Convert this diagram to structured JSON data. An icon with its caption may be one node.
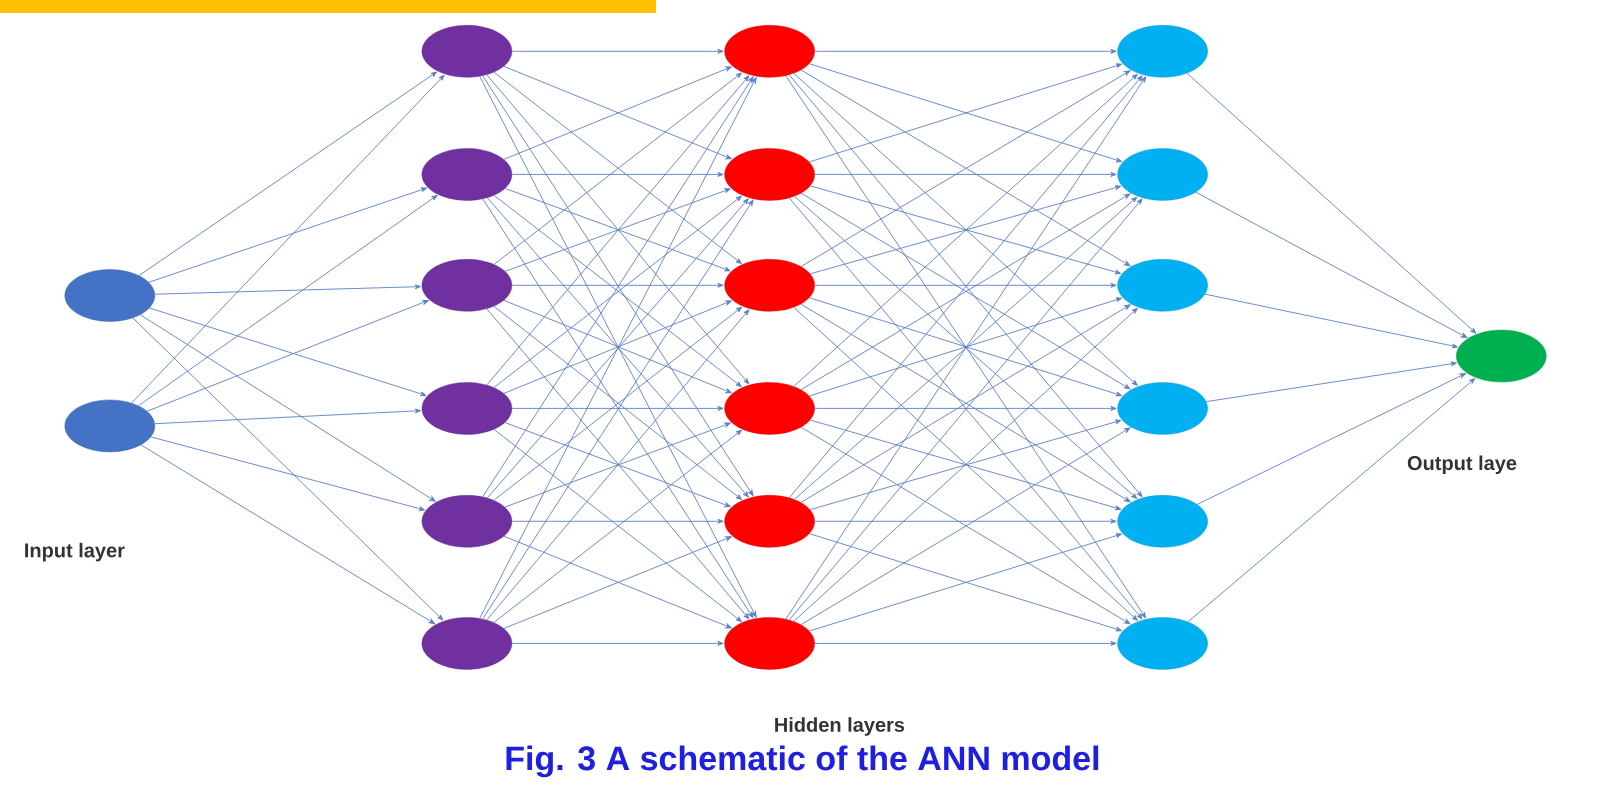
{
  "diagram": {
    "caption": "Fig. 3 A schematic of the ANN model",
    "nodes": [
      {
        "text": [],
        "shape": "circle"
      },
      {
        "text": [],
        "shape": "circle"
      },
      {
        "text": [],
        "shape": "circle"
      },
      {
        "text": [],
        "shape": "circle"
      },
      {
        "text": [],
        "shape": "circle"
      },
      {
        "text": [],
        "shape": "circle"
      },
      {
        "text": [],
        "shape": "circle"
      },
      {
        "text": [],
        "shape": "circle"
      },
      {
        "text": [],
        "shape": "circle"
      },
      {
        "text": [],
        "shape": "circle"
      },
      {
        "text": [],
        "shape": "circle"
      },
      {
        "text": [],
        "shape": "circle"
      },
      {
        "text": [],
        "shape": "circle"
      },
      {
        "text": [],
        "shape": "circle"
      },
      {
        "text": [],
        "shape": "circle"
      },
      {
        "text": [],
        "shape": "circle"
      },
      {
        "text": [],
        "shape": "circle"
      },
      {
        "text": [],
        "shape": "circle"
      },
      {
        "text": [],
        "shape": "circle"
      },
      {
        "text": [],
        "shape": "circle"
      },
      {
        "text": [],
        "shape": "circle"
      }
    ],
    "edges": [
      {
        "from": 0,
        "to": 2,
        "arrow": "to"
      },
      {
        "from": 0,
        "to": 3,
        "arrow": "to"
      },
      {
        "from": 0,
        "to": 4,
        "arrow": "to"
      },
      {
        "from": 0,
        "to": 5,
        "arrow": "to"
      },
      {
        "from": 0,
        "to": 6,
        "arrow": "to"
      },
      {
        "from": 0,
        "to": 7,
        "arrow": "to"
      },
      {
        "from": 1,
        "to": 2,
        "arrow": "to"
      },
      {
        "from": 1,
        "to": 3,
        "arrow": "to"
      },
      {
        "from": 1,
        "to": 4,
        "arrow": "to"
      },
      {
        "from": 1,
        "to": 5,
        "arrow": "to"
      },
      {
        "from": 1,
        "to": 6,
        "arrow": "to"
      },
      {
        "from": 1,
        "to": 7,
        "arrow": "to"
      },
      {
        "from": 2,
        "to": 8,
        "arrow": "to"
      },
      {
        "from": 2,
        "to": 9,
        "arrow": "to"
      },
      {
        "from": 2,
        "to": 10,
        "arrow": "to"
      },
      {
        "from": 2,
        "to": 11,
        "arrow": "to"
      },
      {
        "from": 2,
        "to": 12,
        "arrow": "to"
      },
      {
        "from": 2,
        "to": 13,
        "arrow": "to"
      },
      {
        "from": 3,
        "to": 8,
        "arrow": "to"
      },
      {
        "from": 3,
        "to": 9,
        "arrow": "to"
      },
      {
        "from": 3,
        "to": 10,
        "arrow": "to"
      },
      {
        "from": 3,
        "to": 11,
        "arrow": "to"
      },
      {
        "from": 3,
        "to": 12,
        "arrow": "to"
      },
      {
        "from": 3,
        "to": 13,
        "arrow": "to"
      },
      {
        "from": 4,
        "to": 8,
        "arrow": "to"
      },
      {
        "from": 4,
        "to": 9,
        "arrow": "to"
      },
      {
        "from": 4,
        "to": 10,
        "arrow": "to"
      },
      {
        "from": 4,
        "to": 11,
        "arrow": "to"
      },
      {
        "from": 4,
        "to": 12,
        "arrow": "to"
      },
      {
        "from": 4,
        "to": 13,
        "arrow": "to"
      },
      {
        "from": 5,
        "to": 8,
        "arrow": "to"
      },
      {
        "from": 5,
        "to": 9,
        "arrow": "to"
      },
      {
        "from": 5,
        "to": 10,
        "arrow": "to"
      },
      {
        "from": 5,
        "to": 11,
        "arrow": "to"
      },
      {
        "from": 5,
        "to": 12,
        "arrow": "to"
      },
      {
        "from": 5,
        "to": 13,
        "arrow": "to"
      },
      {
        "from": 6,
        "to": 8,
        "arrow": "to"
      },
      {
        "from": 6,
        "to": 9,
        "arrow": "to"
      },
      {
        "from": 6,
        "to": 10,
        "arrow": "to"
      },
      {
        "from": 6,
        "to": 11,
        "arrow": "to"
      },
      {
        "from": 6,
        "to": 12,
        "arrow": "to"
      },
      {
        "from": 6,
        "to": 13,
        "arrow": "to"
      },
      {
        "from": 7,
        "to": 8,
        "arrow": "to"
      },
      {
        "from": 7,
        "to": 9,
        "arrow": "to"
      },
      {
        "from": 7,
        "to": 10,
        "arrow": "to"
      },
      {
        "from": 7,
        "to": 11,
        "arrow": "to"
      },
      {
        "from": 7,
        "to": 12,
        "arrow": "to"
      },
      {
        "from": 7,
        "to": 13,
        "arrow": "to"
      },
      {
        "from": 8,
        "to": 14,
        "arrow": "to"
      },
      {
        "from": 8,
        "to": 15,
        "arrow": "to"
      },
      {
        "from": 8,
        "to": 16,
        "arrow": "to"
      },
      {
        "from": 8,
        "to": 17,
        "arrow": "to"
      },
      {
        "from": 8,
        "to": 18,
        "arrow": "to"
      },
      {
        "from": 8,
        "to": 19,
        "arrow": "to"
      },
      {
        "from": 9,
        "to": 14,
        "arrow": "to"
      },
      {
        "from": 9,
        "to": 15,
        "arrow": "to"
      },
      {
        "from": 9,
        "to": 16,
        "arrow": "to"
      },
      {
        "from": 9,
        "to": 17,
        "arrow": "to"
      },
      {
        "from": 9,
        "to": 18,
        "arrow": "to"
      },
      {
        "from": 9,
        "to": 19,
        "arrow": "to"
      },
      {
        "from": 10,
        "to": 14,
        "arrow": "to"
      },
      {
        "from": 10,
        "to": 15,
        "arrow": "to"
      },
      {
        "from": 10,
        "to": 16,
        "arrow": "to"
      },
      {
        "from": 10,
        "to": 17,
        "arrow": "to"
      },
      {
        "from": 10,
        "to": 18,
        "arrow": "to"
      },
      {
        "from": 10,
        "to": 19,
        "arrow": "to"
      },
      {
        "from": 11,
        "to": 14,
        "arrow": "to"
      },
      {
        "from": 11,
        "to": 15,
        "arrow": "to"
      },
      {
        "from": 11,
        "to": 16,
        "arrow": "to"
      },
      {
        "from": 11,
        "to": 17,
        "arrow": "to"
      },
      {
        "from": 11,
        "to": 18,
        "arrow": "to"
      },
      {
        "from": 11,
        "to": 19,
        "arrow": "to"
      },
      {
        "from": 12,
        "to": 14,
        "arrow": "to"
      },
      {
        "from": 12,
        "to": 15,
        "arrow": "to"
      },
      {
        "from": 12,
        "to": 16,
        "arrow": "to"
      },
      {
        "from": 12,
        "to": 17,
        "arrow": "to"
      },
      {
        "from": 12,
        "to": 18,
        "arrow": "to"
      },
      {
        "from": 12,
        "to": 19,
        "arrow": "to"
      },
      {
        "from": 13,
        "to": 14,
        "arrow": "to"
      },
      {
        "from": 13,
        "to": 15,
        "arrow": "to"
      },
      {
        "from": 13,
        "to": 16,
        "arrow": "to"
      },
      {
        "from": 13,
        "to": 17,
        "arrow": "to"
      },
      {
        "from": 13,
        "to": 18,
        "arrow": "to"
      },
      {
        "from": 13,
        "to": 19,
        "arrow": "to"
      },
      {
        "from": 14,
        "to": 20,
        "arrow": "to"
      },
      {
        "from": 15,
        "to": 20,
        "arrow": "to"
      },
      {
        "from": 16,
        "to": 20,
        "arrow": "to"
      },
      {
        "from": 17,
        "to": 20,
        "arrow": "to"
      },
      {
        "from": 18,
        "to": 20,
        "arrow": "to"
      },
      {
        "from": 19,
        "to": 20,
        "arrow": "to"
      }
    ],
    "labels": [
      "Input layer",
      "Hidden layers",
      "Output laye"
    ]
  }
}
